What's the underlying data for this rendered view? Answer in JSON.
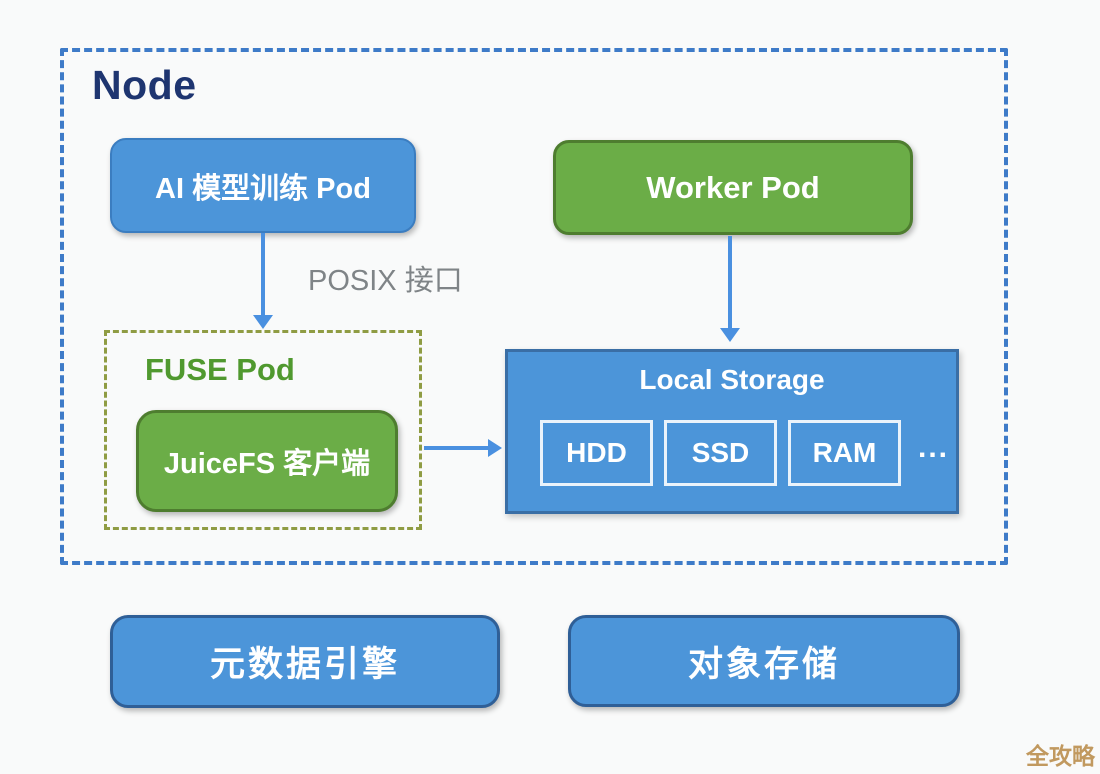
{
  "node": {
    "title": "Node",
    "ai_pod": {
      "label": "AI 模型训练 Pod"
    },
    "worker_pod": {
      "label": "Worker Pod"
    },
    "posix_label": "POSIX 接口",
    "fuse_pod": {
      "title": "FUSE Pod",
      "client_label": "JuiceFS 客户端"
    },
    "local_storage": {
      "title": "Local Storage",
      "media": [
        "HDD",
        "SSD",
        "RAM"
      ],
      "more_label": "..."
    }
  },
  "external": {
    "metadata_engine": "元数据引擎",
    "object_storage": "对象存储"
  },
  "watermark": "全攻略",
  "colors": {
    "blue_fill": "#4c95d9",
    "blue_border": "#3b7dc0",
    "dark_blue_border": "#2f5f97",
    "green_fill": "#6bad47",
    "green_border": "#4e7d2f",
    "node_dashed_border": "#3e7bc8",
    "node_title_text": "#1e3570",
    "fuse_dashed_border": "#8f9c43",
    "fuse_title_text": "#50992f",
    "posix_text": "#7f8487",
    "arrow": "#4a90e0",
    "watermark_text": "#c1995f",
    "background": "#f9fafa"
  }
}
